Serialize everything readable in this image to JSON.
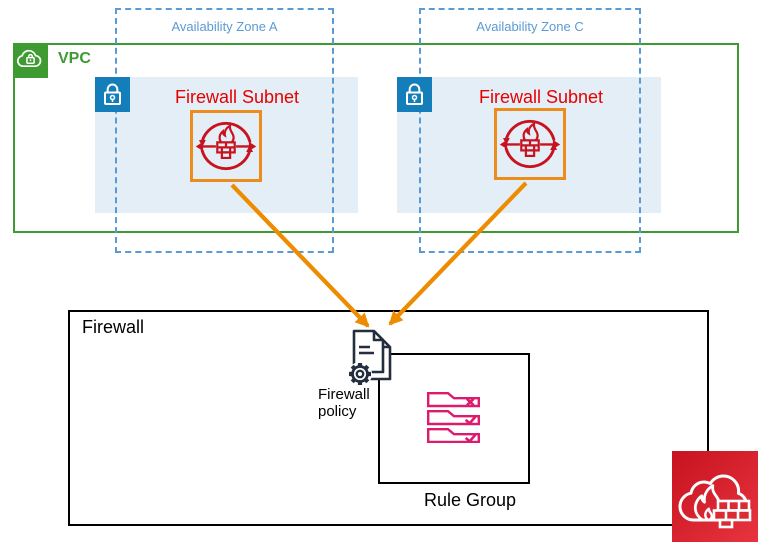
{
  "zones": [
    {
      "label": "Availability Zone A"
    },
    {
      "label": "Availability Zone C"
    }
  ],
  "vpc": {
    "label": "VPC"
  },
  "subnets": [
    {
      "label": "Firewall Subnet"
    },
    {
      "label": "Firewall Subnet"
    }
  ],
  "firewall": {
    "label": "Firewall"
  },
  "firewall_policy": {
    "label": "Firewall policy"
  },
  "rule_group": {
    "label": "Rule Group"
  },
  "icons": {
    "vpc": "vpc-cloud-lock-icon",
    "subnet": "private-subnet-lock-icon",
    "endpoint": "firewall-endpoint-icon",
    "policy": "firewall-policy-document-gear-icon",
    "rule_group": "rule-group-checklist-icon",
    "service": "aws-network-firewall-icon"
  },
  "colors": {
    "zone_border_blue": "#5B9BD5",
    "vpc_green": "#3E9B32",
    "subnet_fill": "#E4EEF7",
    "subnet_lock_blue": "#147EBA",
    "subnet_label_red": "#E60000",
    "endpoint_border_orange": "#EB8C1C",
    "endpoint_glyph_red": "#C7131F",
    "arrow_orange": "#ED8C00",
    "policy_dark": "#232F3E",
    "rule_pink": "#DC1A6E",
    "service_red_start": "#C7131F",
    "service_red_end": "#E8343F",
    "box_border_black": "#000000"
  }
}
